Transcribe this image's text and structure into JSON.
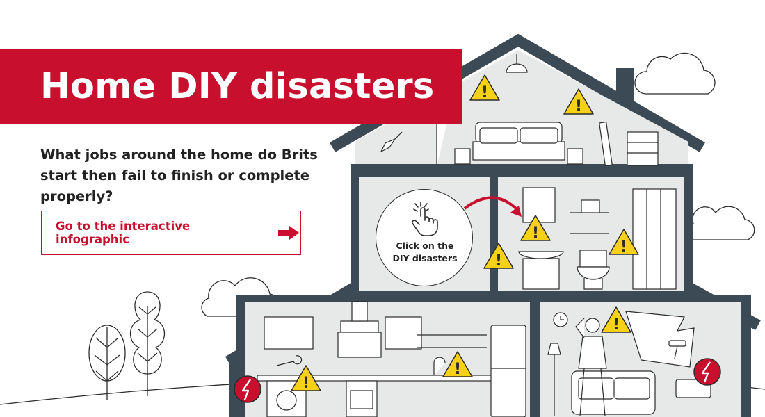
{
  "header": {
    "title": "Home DIY disasters",
    "subtitle": "What jobs around the home do Brits start then fail to finish or complete properly?"
  },
  "cta": {
    "label": "Go to the interactive infographic",
    "icon": "arrow-right-icon"
  },
  "hint": {
    "text_line1": "Click on the",
    "text_line2": "DIY disasters",
    "icon": "pointer-hand-icon"
  },
  "hotspots": [
    {
      "room": "attic",
      "type": "warning"
    },
    {
      "room": "attic",
      "type": "warning"
    },
    {
      "room": "bathroom",
      "type": "warning"
    },
    {
      "room": "bathroom",
      "type": "warning"
    },
    {
      "room": "bathroom",
      "type": "warning"
    },
    {
      "room": "kitchen",
      "type": "warning"
    },
    {
      "room": "kitchen",
      "type": "electrical"
    },
    {
      "room": "living-room",
      "type": "warning"
    },
    {
      "room": "living-room",
      "type": "electrical"
    }
  ],
  "colors": {
    "brand": "#c8102e",
    "house_frame": "#3c4a55",
    "room_fill": "#e7e9e8",
    "warning": "#f7d117",
    "ink": "#2b2b2b"
  }
}
